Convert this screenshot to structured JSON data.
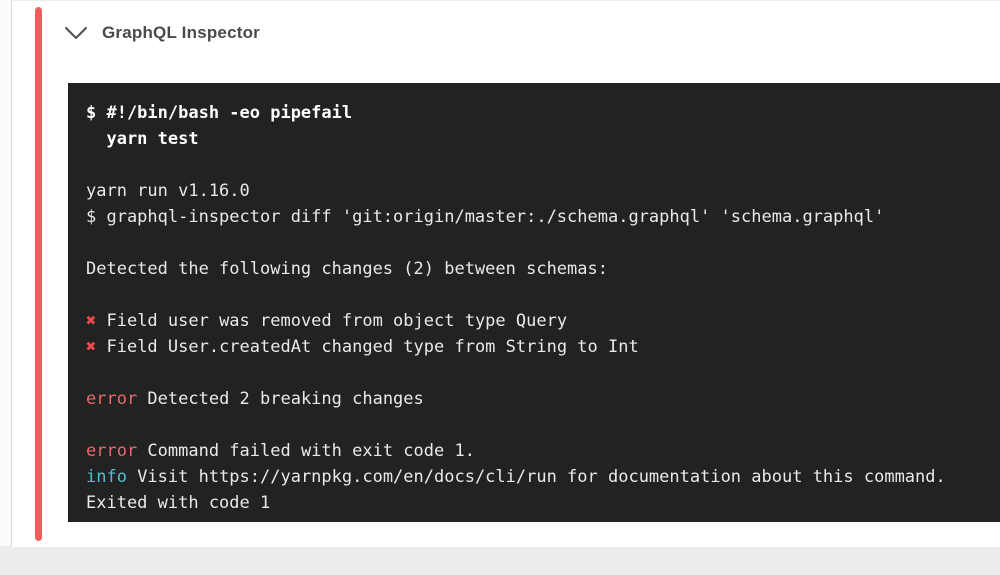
{
  "colors": {
    "page_bg": "#ededed",
    "card_bg": "#ffffff",
    "status_red": "#f05c5c",
    "terminal_bg": "#222222",
    "terminal_fg": "#e9e9e9",
    "error_red": "#e8686b",
    "cross_red": "#f14c4c",
    "info_cyan": "#4fc0d2"
  },
  "step": {
    "title": "GraphQL Inspector",
    "chevron_icon": "chevron-down-icon",
    "status": "failed"
  },
  "terminal": {
    "lines": [
      {
        "segments": [
          {
            "text": "$ #!/bin/bash -eo pipefail",
            "style": "bold"
          }
        ]
      },
      {
        "segments": [
          {
            "text": "  yarn test",
            "style": "bold"
          }
        ]
      },
      {
        "segments": []
      },
      {
        "segments": [
          {
            "text": "yarn run v1.16.0"
          }
        ]
      },
      {
        "segments": [
          {
            "text": "$ graphql-inspector diff 'git:origin/master:./schema.graphql' 'schema.graphql'"
          }
        ]
      },
      {
        "segments": []
      },
      {
        "segments": [
          {
            "text": "Detected the following changes (2) between schemas:"
          }
        ]
      },
      {
        "segments": []
      },
      {
        "segments": [
          {
            "text": "✖ ",
            "style": "cross"
          },
          {
            "text": "Field user was removed from object type Query"
          }
        ]
      },
      {
        "segments": [
          {
            "text": "✖ ",
            "style": "cross"
          },
          {
            "text": "Field User.createdAt changed type from String to Int"
          }
        ]
      },
      {
        "segments": []
      },
      {
        "segments": [
          {
            "text": "error",
            "style": "error"
          },
          {
            "text": " Detected 2 breaking changes"
          }
        ]
      },
      {
        "segments": []
      },
      {
        "segments": [
          {
            "text": "error",
            "style": "error"
          },
          {
            "text": " Command failed with exit code 1."
          }
        ]
      },
      {
        "segments": [
          {
            "text": "info",
            "style": "info"
          },
          {
            "text": " Visit https://yarnpkg.com/en/docs/cli/run for documentation about this command."
          }
        ]
      },
      {
        "segments": [
          {
            "text": "Exited with code 1"
          }
        ]
      }
    ]
  }
}
